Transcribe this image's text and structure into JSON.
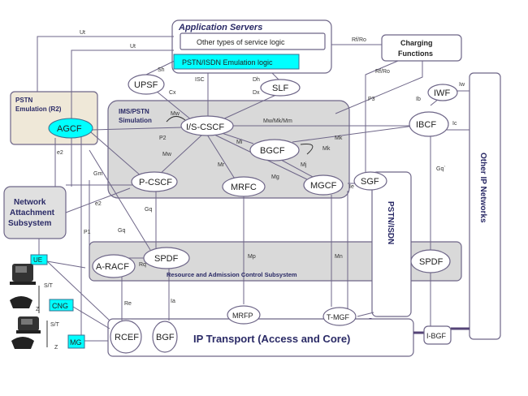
{
  "app_servers": {
    "title": "Application Servers",
    "other_logic": "Other types of service logic",
    "emulation_logic": "PSTN/ISDN Emulation logic"
  },
  "charging": {
    "line1": "Charging",
    "line2": "Functions"
  },
  "pstn_emulation": {
    "line1": "PSTN",
    "line2": "Emulation (R2)",
    "agcf": "AGCF"
  },
  "nas": {
    "line1": "Network",
    "line2": "Attachment",
    "line3": "Subsystem"
  },
  "ims": {
    "line1": "IMS/PSTN",
    "line2": "Simulation"
  },
  "racs": {
    "title": "Resource and Admission Control Subsystem"
  },
  "transport": {
    "title": "IP Transport (Access and Core)"
  },
  "pstn_isdn": {
    "label": "PSTN/ISDN"
  },
  "other_ip": {
    "label": "Other IP Networks"
  },
  "nodes": {
    "upsf": "UPSF",
    "slf": "SLF",
    "iwf": "IWF",
    "ibcf": "IBCF",
    "iscscf": "I/S-CSCF",
    "bgcf": "BGCF",
    "pcscf": "P-CSCF",
    "mrfc": "MRFC",
    "mgcf": "MGCF",
    "sgf": "SGF",
    "spdf": "SPDF",
    "spdf2": "SPDF",
    "aracf": "A-RACF",
    "rcef": "RCEF",
    "bgf": "BGF",
    "mrfp": "MRFP",
    "tmgf": "T-MGF",
    "ibgf": "I-BGF"
  },
  "devices": {
    "ue": "UE",
    "cng": "CNG",
    "mg": "MG"
  },
  "refpoints": {
    "ut1": "Ut",
    "ut2": "Ut",
    "rf_ro1": "Rf/Ro",
    "rf_ro2": "Rf/Ro",
    "sh": "Sh",
    "isc": "ISC",
    "dh": "Dh",
    "cx": "Cx",
    "dx": "Dx",
    "p3": "P3",
    "ib": "Ib",
    "iw": "Iw",
    "ic": "Ic",
    "mw1": "Mw",
    "mw_mk_mm": "Mw/Mk/Mm",
    "p2": "P2",
    "mi": "Mi",
    "mk1": "Mk",
    "mk2": "Mk",
    "mw2": "Mw",
    "mr": "Mr",
    "mj": "Mj",
    "mg": "Mg",
    "ie": "Ie",
    "gq_ibcf": "Gq`",
    "e2a": "e2",
    "gm": "Gm",
    "e2b": "e2",
    "gq1": "Gq",
    "p1": "P1",
    "gq2": "Gq",
    "rq": "Rq",
    "mp": "Mp",
    "mn": "Mn",
    "re": "Re",
    "ia": "Ia",
    "st1": "S/T",
    "z1": "Z",
    "st2": "S/T",
    "z2": "Z"
  }
}
